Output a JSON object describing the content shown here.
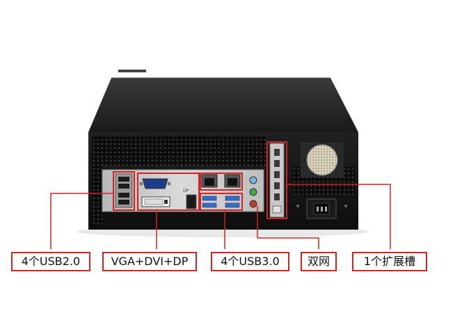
{
  "labels": {
    "usb2": "4个USB2.0",
    "video": "VGA+DVI+DP",
    "usb3": "4个USB3.0",
    "dual_lan": "双网",
    "expansion": "1个扩展槽"
  },
  "colors": {
    "callout": "#d42121",
    "chassis": "#161616",
    "io_plate": "#c9c9c9",
    "usb3_port": "#2f6fd1",
    "audio_green": "#3fa94a",
    "audio_red": "#c0392b"
  },
  "icons": {
    "usb2_ports": "usb-port-icon",
    "usb3_ports": "usb3-port-icon",
    "lan_ports": "rj45-port-icon",
    "power": "power-socket-icon",
    "fan": "fan-grille-icon"
  }
}
